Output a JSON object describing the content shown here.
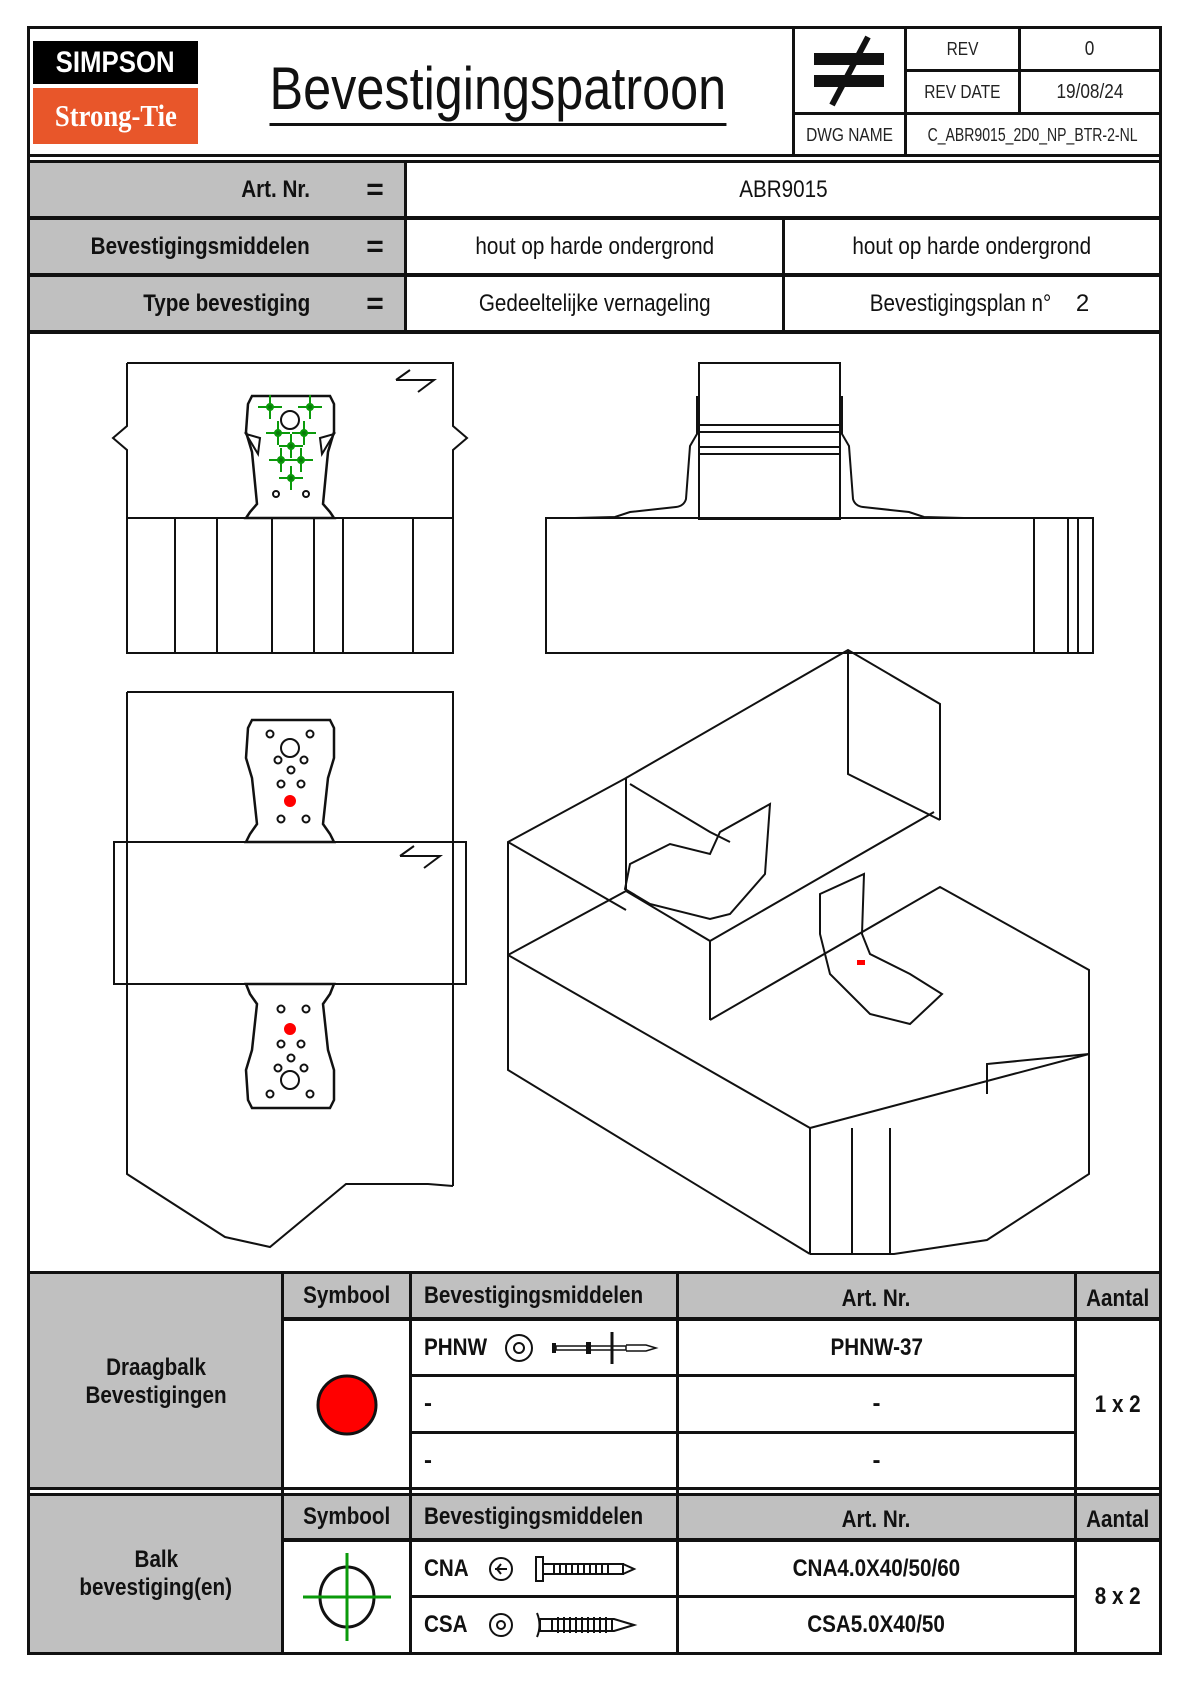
{
  "header": {
    "logo": {
      "top": "SIMPSON",
      "bottom": "Strong-Tie"
    },
    "title": "Bevestigingspatroon",
    "symbol_icon": "not-equal-icon",
    "title_block": {
      "rev_label": "REV",
      "rev_value": "0",
      "rev_date_label": "REV DATE",
      "rev_date_value": "19/08/24",
      "dwg_name_label": "DWG NAME",
      "dwg_name_value": "C_ABR9015_2D0_NP_BTR-2-NL"
    }
  },
  "info": {
    "equals": "=",
    "art_nr": {
      "label": "Art. Nr.",
      "value": "ABR9015"
    },
    "middelen": {
      "label": "Bevestigingsmiddelen",
      "left": "hout op harde ondergrond",
      "right": "hout op harde ondergrond"
    },
    "type": {
      "label": "Type bevestiging",
      "left": "Gedeeltelijke vernageling",
      "plan_label": "Bevestigingsplan n°",
      "plan_number": "2"
    }
  },
  "colors": {
    "frame": "#111111",
    "header_gray": "#c0c0c0",
    "logo_black": "#000000",
    "logo_orange": "#e8562a",
    "draagbalk_symbol": "#ff0000",
    "balk_symbol": "#0a9a0a"
  },
  "tables": [
    {
      "group_label_1": "Draagbalk",
      "group_label_2": "Bevestigingen",
      "headers": {
        "symbol": "Symbool",
        "middelen": "Bevestigingsmiddelen",
        "art_nr": "Art. Nr.",
        "aantal": "Aantal"
      },
      "symbol_icon": "red-dot-icon",
      "rows": [
        {
          "name": "PHNW",
          "head_icon": "washer-head-icon",
          "side_icon": "nail-icon",
          "art_nr": "PHNW-37"
        },
        {
          "name": "-",
          "art_nr": "-"
        },
        {
          "name": "-",
          "art_nr": "-"
        }
      ],
      "aantal": "1 x 2"
    },
    {
      "group_label_1": "Balk",
      "group_label_2": "bevestiging(en)",
      "headers": {
        "symbol": "Symbool",
        "middelen": "Bevestigingsmiddelen",
        "art_nr": "Art. Nr.",
        "aantal": "Aantal"
      },
      "symbol_icon": "green-crosshair-icon",
      "rows": [
        {
          "name": "CNA",
          "head_icon": "nail-head-icon",
          "side_icon": "ring-nail-icon",
          "art_nr": "CNA4.0X40/50/60"
        },
        {
          "name": "CSA",
          "head_icon": "screw-head-icon",
          "side_icon": "screw-icon",
          "art_nr": "CSA5.0X40/50"
        }
      ],
      "aantal": "8 x 2"
    }
  ]
}
